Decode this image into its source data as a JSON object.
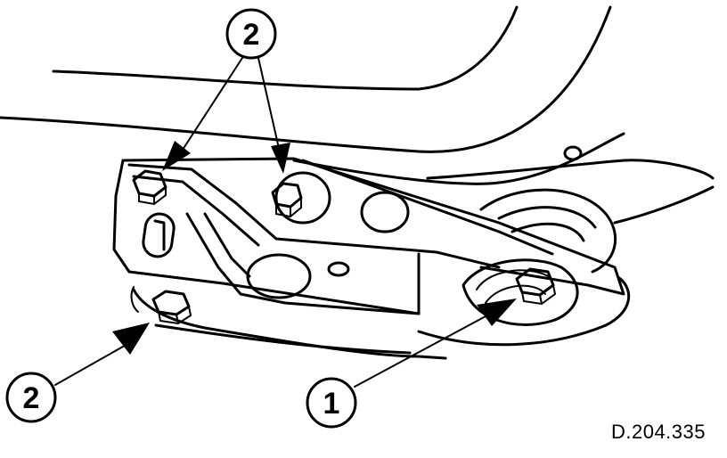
{
  "callouts": [
    {
      "id": "top",
      "label": "2"
    },
    {
      "id": "left",
      "label": "2"
    },
    {
      "id": "right",
      "label": "1"
    }
  ],
  "reference_code": "D.204.335"
}
